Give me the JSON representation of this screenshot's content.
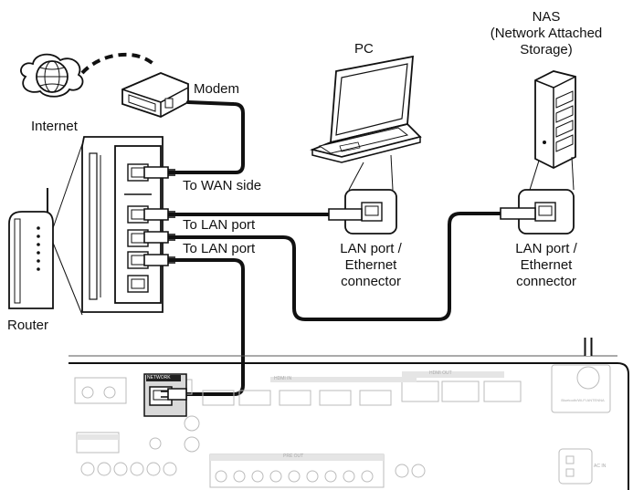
{
  "labels": {
    "internet": "Internet",
    "modem": "Modem",
    "router": "Router",
    "to_wan": "To WAN side",
    "to_lan_1": "To LAN port",
    "to_lan_2": "To LAN port",
    "pc": "PC",
    "nas_line1": "NAS",
    "nas_line2": "(Network Attached",
    "nas_line3": "Storage)",
    "pc_port_line1": "LAN port /",
    "pc_port_line2": "Ethernet",
    "pc_port_line3": "connector",
    "nas_port_line1": "LAN port /",
    "nas_port_line2": "Ethernet",
    "nas_port_line3": "connector"
  },
  "receiver_panel": {
    "network_label": "NETWORK",
    "hdmi_in_label": "HDMI IN",
    "hdmi_out_label": "HDMI OUT",
    "pre_out_label": "PRE OUT",
    "ac_in_label": "AC IN",
    "antenna_label": "Bluetooth/Wi-Fi ANTENNA"
  },
  "colors": {
    "cable": "#111111",
    "device_fill": "#ffffff",
    "panel_grey": "#d9d9d9",
    "panel_text": "#aaaaaa"
  }
}
